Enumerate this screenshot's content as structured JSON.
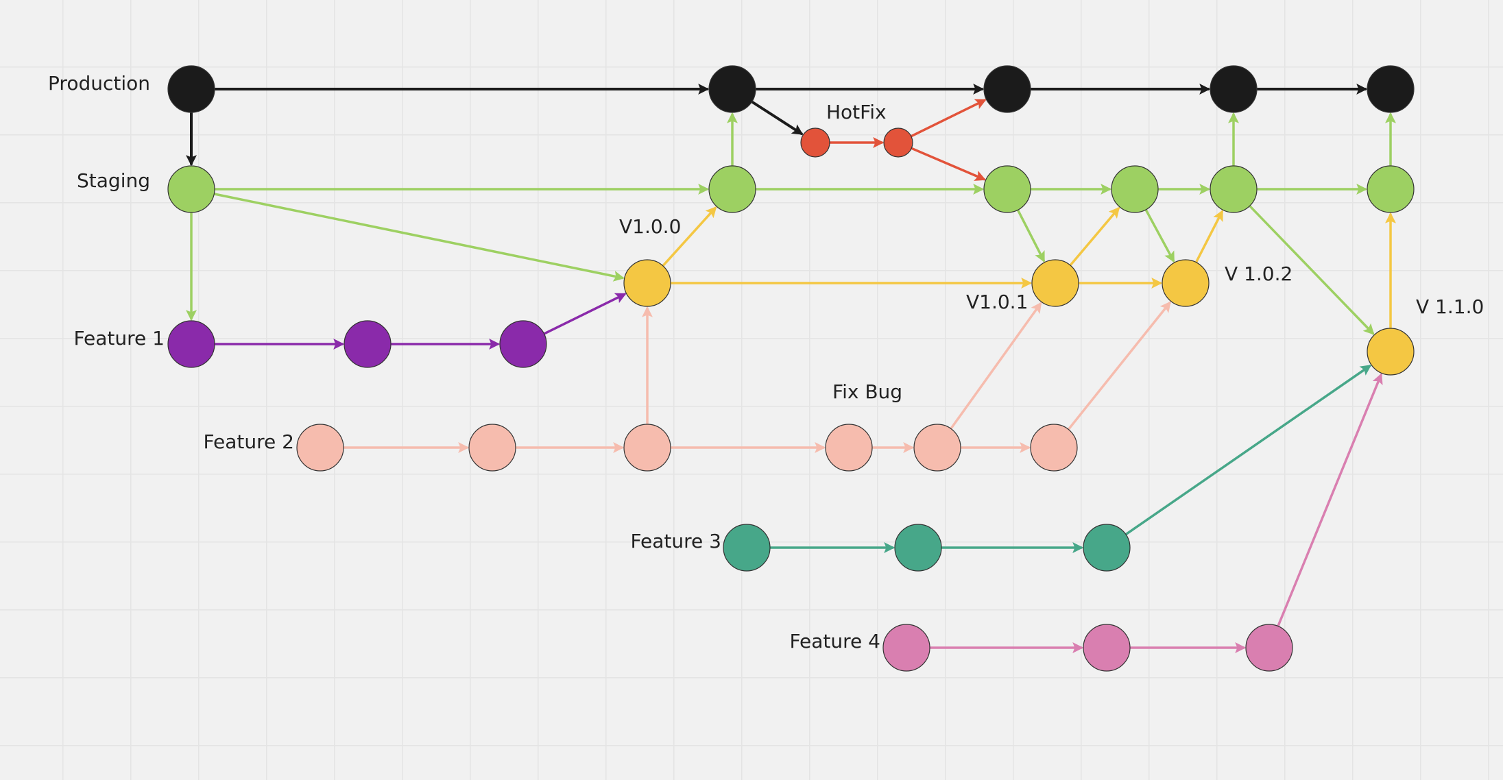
{
  "colors": {
    "production": "#1b1b1b",
    "staging": "#9dd062",
    "release": "#f4c743",
    "hotfix": "#e2533a",
    "feature1": "#8a2aaa",
    "feature2": "#f6bcae",
    "feature3": "#47a789",
    "feature4": "#d97fb0",
    "node_stroke": "#333333",
    "label": "#222222"
  },
  "branch_labels": {
    "production": "Production",
    "staging": "Staging",
    "feature1": "Feature 1",
    "feature2": "Feature 2",
    "feature3": "Feature 3",
    "feature4": "Feature 4"
  },
  "annotations": {
    "hotfix": "HotFix",
    "v100": "V1.0.0",
    "v101": "V1.0.1",
    "v102": "V 1.0.2",
    "v110": "V 1.1.0",
    "fixbug": "Fix Bug"
  },
  "diagram": {
    "type": "git-branching-flow",
    "nodes": [
      {
        "id": "p1",
        "branch": "production"
      },
      {
        "id": "p2",
        "branch": "production"
      },
      {
        "id": "p3",
        "branch": "production"
      },
      {
        "id": "p4",
        "branch": "production"
      },
      {
        "id": "p5",
        "branch": "production"
      },
      {
        "id": "h1",
        "branch": "hotfix"
      },
      {
        "id": "h2",
        "branch": "hotfix"
      },
      {
        "id": "s1",
        "branch": "staging"
      },
      {
        "id": "s2",
        "branch": "staging"
      },
      {
        "id": "s3",
        "branch": "staging"
      },
      {
        "id": "s4",
        "branch": "staging"
      },
      {
        "id": "s5",
        "branch": "staging"
      },
      {
        "id": "s6",
        "branch": "staging"
      },
      {
        "id": "r1",
        "branch": "release"
      },
      {
        "id": "r2",
        "branch": "release"
      },
      {
        "id": "r3",
        "branch": "release"
      },
      {
        "id": "r4",
        "branch": "release"
      },
      {
        "id": "f1a",
        "branch": "feature1"
      },
      {
        "id": "f1b",
        "branch": "feature1"
      },
      {
        "id": "f1c",
        "branch": "feature1"
      },
      {
        "id": "f2a",
        "branch": "feature2"
      },
      {
        "id": "f2b",
        "branch": "feature2"
      },
      {
        "id": "f2c",
        "branch": "feature2"
      },
      {
        "id": "f2d",
        "branch": "feature2"
      },
      {
        "id": "f2e",
        "branch": "feature2"
      },
      {
        "id": "f2f",
        "branch": "feature2"
      },
      {
        "id": "f3a",
        "branch": "feature3"
      },
      {
        "id": "f3b",
        "branch": "feature3"
      },
      {
        "id": "f3c",
        "branch": "feature3"
      },
      {
        "id": "f4a",
        "branch": "feature4"
      },
      {
        "id": "f4b",
        "branch": "feature4"
      },
      {
        "id": "f4c",
        "branch": "feature4"
      }
    ],
    "edges": [
      {
        "from": "p1",
        "to": "p2",
        "branch": "production"
      },
      {
        "from": "p2",
        "to": "p3",
        "branch": "production"
      },
      {
        "from": "p3",
        "to": "p4",
        "branch": "production"
      },
      {
        "from": "p4",
        "to": "p5",
        "branch": "production"
      },
      {
        "from": "p1",
        "to": "s1",
        "branch": "production"
      },
      {
        "from": "p2",
        "to": "h1",
        "branch": "production"
      },
      {
        "from": "h1",
        "to": "h2",
        "branch": "hotfix"
      },
      {
        "from": "h2",
        "to": "p3",
        "branch": "hotfix"
      },
      {
        "from": "h2",
        "to": "s3",
        "branch": "hotfix"
      },
      {
        "from": "s1",
        "to": "s2",
        "branch": "staging"
      },
      {
        "from": "s1",
        "to": "r1",
        "branch": "staging"
      },
      {
        "from": "s1",
        "to": "f1a",
        "branch": "staging"
      },
      {
        "from": "s2",
        "to": "p2",
        "branch": "staging"
      },
      {
        "from": "s2",
        "to": "s3",
        "branch": "staging"
      },
      {
        "from": "s3",
        "to": "s4",
        "branch": "staging"
      },
      {
        "from": "s3",
        "to": "r2",
        "branch": "staging"
      },
      {
        "from": "s4",
        "to": "s5",
        "branch": "staging"
      },
      {
        "from": "s4",
        "to": "r3",
        "branch": "staging"
      },
      {
        "from": "s5",
        "to": "p4",
        "branch": "staging"
      },
      {
        "from": "s5",
        "to": "s6",
        "branch": "staging"
      },
      {
        "from": "s5",
        "to": "r4",
        "branch": "staging"
      },
      {
        "from": "s6",
        "to": "p5",
        "branch": "staging"
      },
      {
        "from": "r1",
        "to": "s2",
        "branch": "release"
      },
      {
        "from": "r1",
        "to": "r2",
        "branch": "release"
      },
      {
        "from": "r2",
        "to": "s4",
        "branch": "release"
      },
      {
        "from": "r2",
        "to": "r3",
        "branch": "release"
      },
      {
        "from": "r3",
        "to": "s5",
        "branch": "release"
      },
      {
        "from": "r4",
        "to": "s6",
        "branch": "release"
      },
      {
        "from": "f1a",
        "to": "f1b",
        "branch": "feature1"
      },
      {
        "from": "f1b",
        "to": "f1c",
        "branch": "feature1"
      },
      {
        "from": "f1c",
        "to": "r1",
        "branch": "feature1"
      },
      {
        "from": "f2a",
        "to": "f2b",
        "branch": "feature2"
      },
      {
        "from": "f2b",
        "to": "f2c",
        "branch": "feature2"
      },
      {
        "from": "f2c",
        "to": "r1",
        "branch": "feature2"
      },
      {
        "from": "f2c",
        "to": "f2d",
        "branch": "feature2"
      },
      {
        "from": "f2d",
        "to": "f2e",
        "branch": "feature2"
      },
      {
        "from": "f2e",
        "to": "r2",
        "branch": "feature2"
      },
      {
        "from": "f2e",
        "to": "f2f",
        "branch": "feature2"
      },
      {
        "from": "f2f",
        "to": "r3",
        "branch": "feature2"
      },
      {
        "from": "f3a",
        "to": "f3b",
        "branch": "feature3"
      },
      {
        "from": "f3b",
        "to": "f3c",
        "branch": "feature3"
      },
      {
        "from": "f3c",
        "to": "r4",
        "branch": "feature3"
      },
      {
        "from": "f4a",
        "to": "f4b",
        "branch": "feature4"
      },
      {
        "from": "f4b",
        "to": "f4c",
        "branch": "feature4"
      },
      {
        "from": "f4c",
        "to": "r4",
        "branch": "feature4"
      }
    ]
  }
}
